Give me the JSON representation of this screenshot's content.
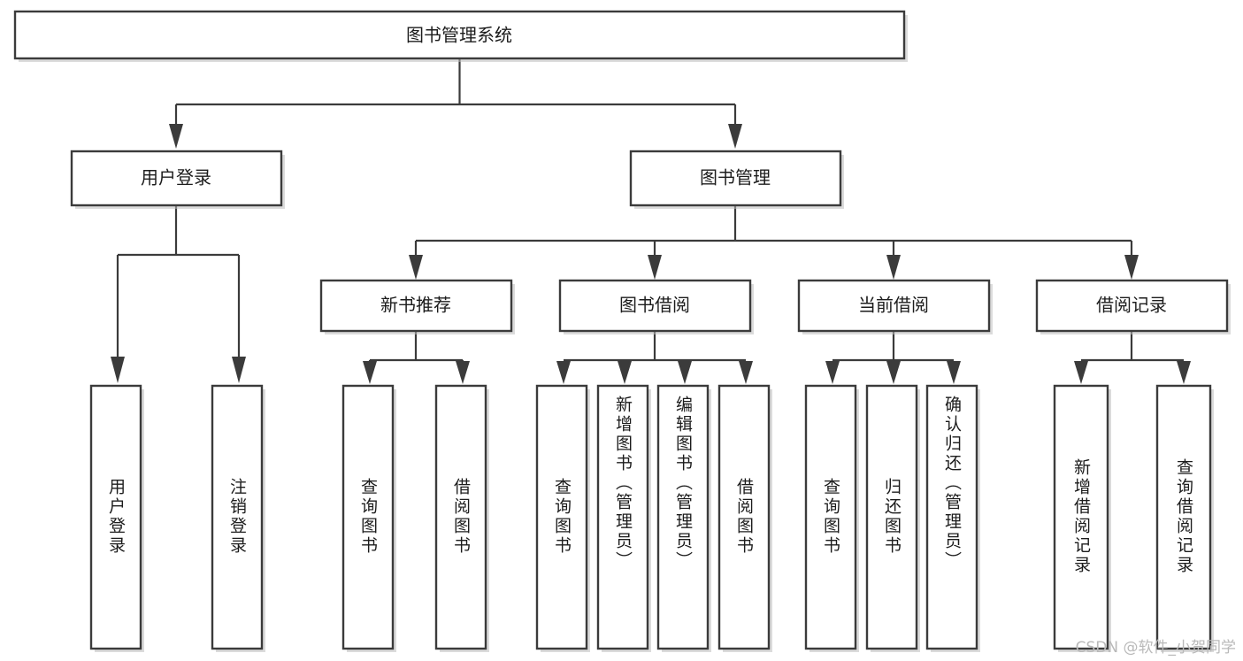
{
  "diagram": {
    "type": "tree-hierarchy",
    "title": "图书管理系统",
    "root": {
      "id": "root",
      "label": "图书管理系统"
    },
    "level2": [
      {
        "id": "user-login",
        "label": "用户登录"
      },
      {
        "id": "book-management",
        "label": "图书管理"
      }
    ],
    "level3": [
      {
        "id": "new-book-recommend",
        "label": "新书推荐",
        "parent": "book-management"
      },
      {
        "id": "book-borrow",
        "label": "图书借阅",
        "parent": "book-management"
      },
      {
        "id": "current-borrow",
        "label": "当前借阅",
        "parent": "book-management"
      },
      {
        "id": "borrow-record",
        "label": "借阅记录",
        "parent": "book-management"
      }
    ],
    "leaves": {
      "user-login": [
        {
          "id": "leaf-user-login",
          "label": "用户登录"
        },
        {
          "id": "leaf-logout",
          "label": "注销登录"
        }
      ],
      "new-book-recommend": [
        {
          "id": "leaf-query-book-1",
          "label": "查询图书"
        },
        {
          "id": "leaf-borrow-book-1",
          "label": "借阅图书"
        }
      ],
      "book-borrow": [
        {
          "id": "leaf-query-book-2",
          "label": "查询图书"
        },
        {
          "id": "leaf-add-book",
          "label": "新增图书（管理员）"
        },
        {
          "id": "leaf-edit-book",
          "label": "编辑图书（管理员）"
        },
        {
          "id": "leaf-borrow-book-2",
          "label": "借阅图书"
        }
      ],
      "current-borrow": [
        {
          "id": "leaf-query-book-3",
          "label": "查询图书"
        },
        {
          "id": "leaf-return-book",
          "label": "归还图书"
        },
        {
          "id": "leaf-confirm-return",
          "label": "确认归还（管理员）"
        }
      ],
      "borrow-record": [
        {
          "id": "leaf-add-record",
          "label": "新增借阅记录"
        },
        {
          "id": "leaf-query-record",
          "label": "查询借阅记录"
        }
      ]
    }
  },
  "watermark": {
    "text": "CSDN @软件_小贺同学"
  },
  "colors": {
    "background": "#ffffff",
    "stroke": "#3b3b3b",
    "text": "#1c1c1c",
    "shadow": "#bdbdbd",
    "watermark": "#b9b9b9"
  }
}
